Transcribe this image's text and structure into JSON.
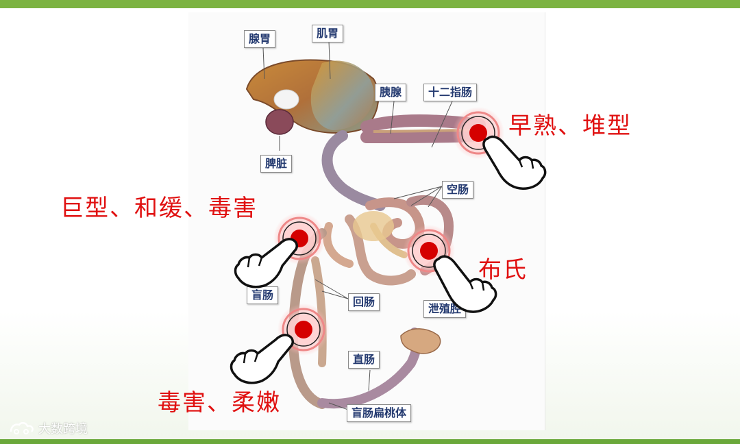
{
  "labels": {
    "glandular_stomach": "腺胃",
    "muscular_stomach": "肌胃",
    "pancreas": "胰腺",
    "duodenum": "十二指肠",
    "spleen": "脾脏",
    "jejunum": "空肠",
    "cecum": "盲肠",
    "ileum": "回肠",
    "cloaca": "泄殖腔",
    "rectum": "直肠",
    "cecal_tonsil": "盲肠扁桃体"
  },
  "annotations": {
    "duodenum_note": "早熟、堆型",
    "upper_left_note": "巨型、和缓、毒害",
    "middle_right_note": "布氏",
    "lower_left_note": "毒害、柔嫩"
  },
  "watermark": {
    "text": "大数跨境",
    "icon": "brand-logo-icon"
  },
  "colors": {
    "top_bar": "#7cb342",
    "annotation_red": "#e01010",
    "target_dot": "#d50000",
    "label_text": "#243a70"
  }
}
